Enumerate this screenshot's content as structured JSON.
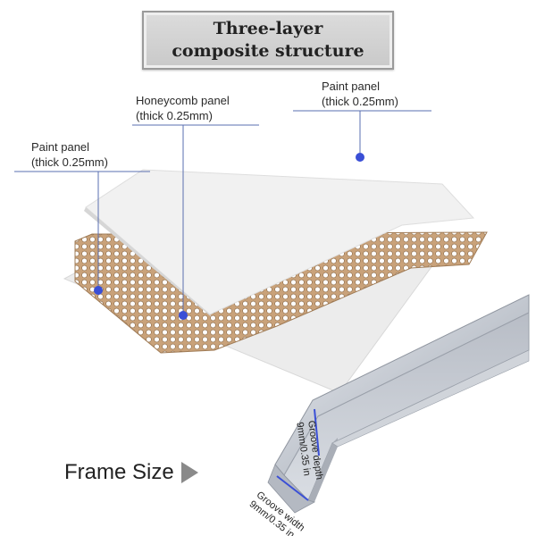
{
  "title": {
    "line1": "Three-layer",
    "line2": "composite structure"
  },
  "layers": {
    "honeycomb": {
      "name": "Honeycomb panel",
      "spec": "(thick 0.25mm)"
    },
    "top_paint": {
      "name": "Paint panel",
      "spec": "(thick 0.25mm)"
    },
    "bottom_paint": {
      "name": "Paint panel",
      "spec": "(thick 0.25mm)"
    }
  },
  "frame": {
    "label": "Frame Size",
    "arrow_icon": "triangle-right-icon",
    "groove_depth": {
      "line1": "Groove depth",
      "line2": "9mm/0.35 in"
    },
    "groove_width": {
      "line1": "Groove width",
      "line2": "9mm/0.35 in"
    }
  },
  "colors": {
    "callout_line": "#5a6fb0",
    "callout_dot": "#3a4fd6",
    "honeycomb": "#c9a27a",
    "panel": "#ececec"
  }
}
